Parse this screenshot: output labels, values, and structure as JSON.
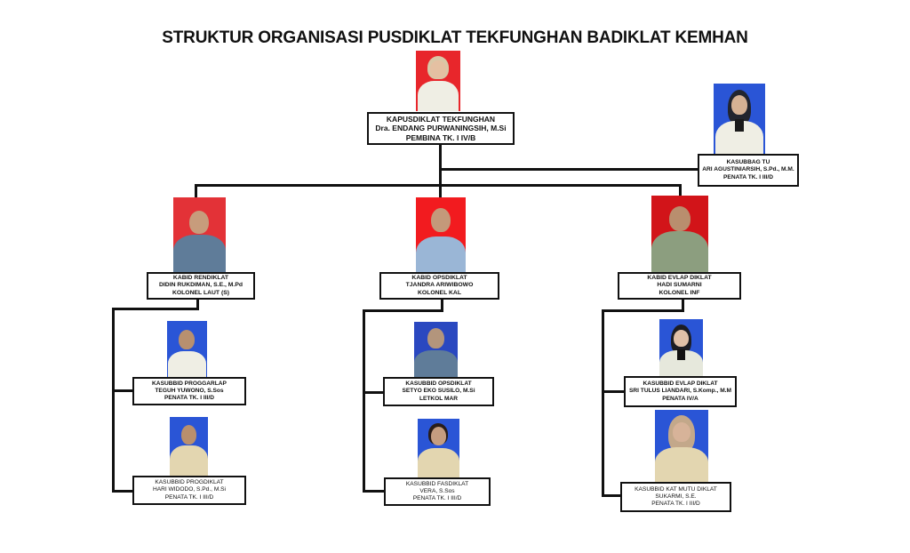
{
  "title": "STRUKTUR ORGANISASI PUSDIKLAT TEKFUNGHAN BADIKLAT KEMHAN",
  "colors": {
    "line": "#111111",
    "photo_bg_red": "#e8262b",
    "photo_bg_blue": "#2a55d6",
    "uniform_white": "#efeee4",
    "uniform_khaki": "#e3d6b0",
    "uniform_navy": "#5f7c99",
    "uniform_airforce": "#9ab6d6",
    "uniform_army": "#8c9e7f"
  },
  "head": {
    "position": "KAPUSDIKLAT TEKFUNGHAN",
    "name": "Dra. ENDANG PURWANINGSIH, M.Si",
    "rank": "PEMBINA TK. I IV/B",
    "photo_bg": "red"
  },
  "staff": {
    "position": "KASUBBAG TU",
    "name": "ARI AGUSTINIARSIH, S.Pd., M.M.",
    "rank": "PENATA TK. I III/D",
    "photo_bg": "blue"
  },
  "divisions": [
    {
      "position": "KABID RENDIKLAT",
      "name": "DIDIN RUKDIMAN, S.E., M.Pd",
      "rank": "KOLONEL LAUT (S)",
      "photo_bg": "red",
      "subdivisions": [
        {
          "position": "KASUBBID PROGGARLAP",
          "name": "TEGUH YUWONO, S.Sos",
          "rank": "PENATA TK. I III/D",
          "photo_bg": "blue"
        },
        {
          "position": "KASUBBID PROGDIKLAT",
          "name": "HARI WIDODO, S.Pd., M.Si",
          "rank": "PENATA TK. I III/D",
          "photo_bg": "blue"
        }
      ]
    },
    {
      "position": "KABID OPSDIKLAT",
      "name": "TJANDRA ARIWIBOWO",
      "rank": "KOLONEL KAL",
      "photo_bg": "red",
      "subdivisions": [
        {
          "position": "KASUBBID OPSDIKLAT",
          "name": "SETYO EKO SUSILO, M.Si",
          "rank": "LETKOL MAR",
          "photo_bg": "blue"
        },
        {
          "position": "KASUBBID FASDIKLAT",
          "name": "VERA, S.Sos",
          "rank": "PENATA TK. I III/D",
          "photo_bg": "blue"
        }
      ]
    },
    {
      "position": "KABID EVLAP DIKLAT",
      "name": "HADI SUMARNI",
      "rank": "KOLONEL INF",
      "photo_bg": "red",
      "subdivisions": [
        {
          "position": "KASUBBID EVLAP DIKLAT",
          "name": "SRI TULUS LIANDARI, S.Komp., M.M",
          "rank": "PENATA IV/A",
          "photo_bg": "blue"
        },
        {
          "position": "KASUBBID KAT MUTU DIKLAT",
          "name": "SUKARMI, S.E.",
          "rank": "PENATA TK. I III/D",
          "photo_bg": "blue"
        }
      ]
    }
  ]
}
